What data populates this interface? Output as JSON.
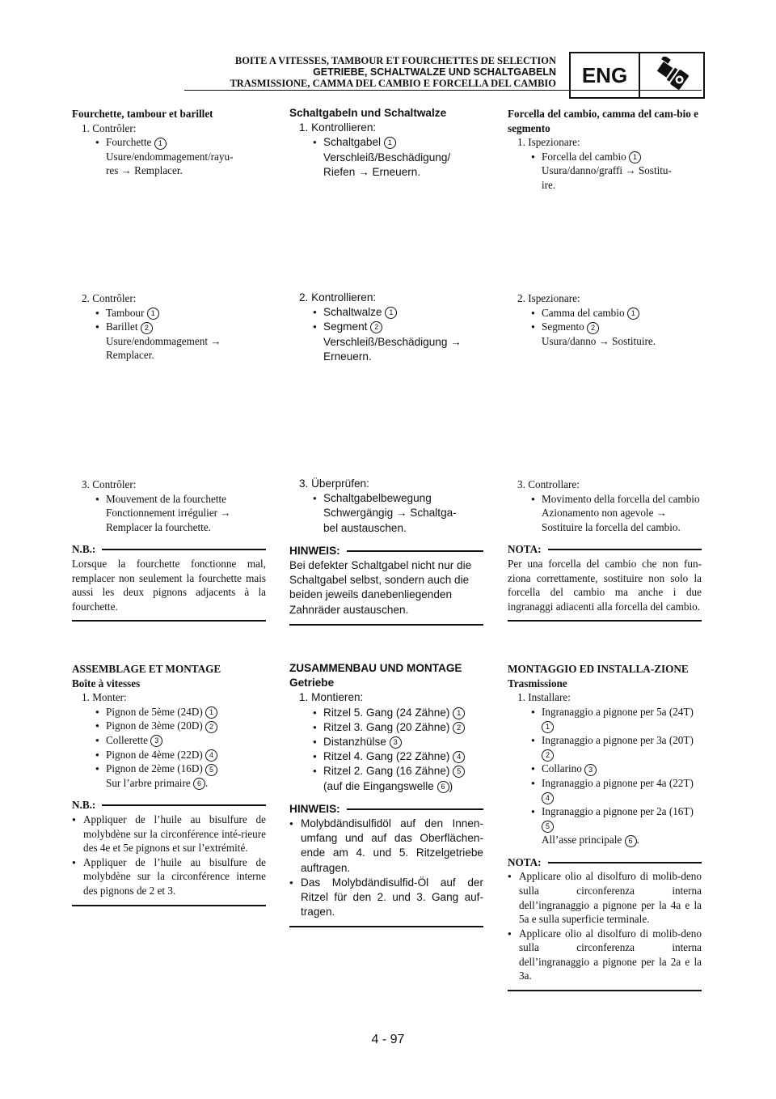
{
  "header": {
    "line1": "BOITE A VITESSES, TAMBOUR ET FOURCHETTES DE SELECTION",
    "line2": "GETRIEBE, SCHALTWALZE UND SCHALTGABELN",
    "line3": "TRASMISSIONE, CAMMA DEL CAMBIO E FORCELLA DEL CAMBIO",
    "badge": "ENG",
    "badge_icon": "engine-crankshaft-icon"
  },
  "fr": {
    "s1": {
      "title": "Fourchette, tambour et barillet",
      "step": "1. Contrôler:",
      "b1": "Fourchette",
      "n1": "1",
      "d1": "Usure/endommagement/rayu-",
      "d2": "res → Remplacer."
    },
    "s2": {
      "step": "2. Contrôler:",
      "b1": "Tambour",
      "n1": "1",
      "b2": "Barillet",
      "n2": "2",
      "d1": "Usure/endommagement →",
      "d2": "Remplacer."
    },
    "s3": {
      "step": "3. Contrôler:",
      "b1": "Mouvement de la fourchette",
      "d1": "Fonctionnement irrégulier →",
      "d2": "Remplacer la fourchette.",
      "note_head": "N.B.:",
      "note": "Lorsque la fourchette fonctionne mal, remplacer non seulement la fourchette mais aussi les deux pignons adjacents à la fourchette."
    },
    "s4": {
      "title1": "ASSEMBLAGE ET MONTAGE",
      "title2": "Boîte à vitesses",
      "step": "1. Monter:",
      "b1": "Pignon de 5ème (24D)",
      "n1": "1",
      "b2": "Pignon de 3ème (20D)",
      "n2": "2",
      "b3": "Collerette",
      "n3": "3",
      "b4": "Pignon de 4ème (22D)",
      "n4": "4",
      "b5": "Pignon de 2ème (16D)",
      "n5": "5",
      "d1": "Sur l’arbre primaire",
      "n6": "6",
      "note_head": "N.B.:",
      "nb1": "Appliquer de l’huile au bisulfure de molybdène sur la circonférence inté-rieure des 4e et 5e pignons et sur l’extrémité.",
      "nb2": "Appliquer de l’huile au bisulfure de molybdène sur la circonférence interne des pignons de 2 et 3."
    }
  },
  "de": {
    "s1": {
      "title": "Schaltgabeln und Schaltwalze",
      "step": "1. Kontrollieren:",
      "b1": "Schaltgabel",
      "n1": "1",
      "d1": "Verschleiß/Beschädigung/",
      "d2": "Riefen → Erneuern."
    },
    "s2": {
      "step": "2. Kontrollieren:",
      "b1": "Schaltwalze",
      "n1": "1",
      "b2": "Segment",
      "n2": "2",
      "d1": "Verschleiß/Beschädigung →",
      "d2": "Erneuern."
    },
    "s3": {
      "step": "3. Überprüfen:",
      "b1": "Schaltgabelbewegung",
      "d1": "Schwergängig → Schaltga-",
      "d2": "bel austauschen.",
      "note_head": "HINWEIS:",
      "note": "Bei defekter Schaltgabel nicht nur die Schaltgabel selbst, sondern auch die beiden jeweils danebenliegenden Zahnräder austauschen."
    },
    "s4": {
      "title1": "ZUSAMMENBAU UND MONTAGE",
      "title2": "Getriebe",
      "step": "1. Montieren:",
      "b1": "Ritzel 5. Gang (24 Zähne)",
      "n1": "1",
      "b2": "Ritzel 3. Gang (20 Zähne)",
      "n2": "2",
      "b3": "Distanzhülse",
      "n3": "3",
      "b4": "Ritzel 4. Gang (22 Zähne)",
      "n4": "4",
      "b5": "Ritzel 2. Gang (16 Zähne)",
      "n5": "5",
      "d1": "(auf die Eingangswelle",
      "n6": "6",
      "note_head": "HINWEIS:",
      "nb1": "Molybdändisulfidöl auf den Innen-umfang und auf das Oberflächen-ende am 4. und 5. Ritzelgetriebe auftragen.",
      "nb2": "Das Molybdändisulfid-Öl auf der Ritzel für den 2. und 3. Gang auf-tragen."
    }
  },
  "it": {
    "s1": {
      "title": "Forcella del cambio, camma del cam-bio e segmento",
      "step": "1. Ispezionare:",
      "b1": "Forcella del cambio",
      "n1": "1",
      "d1": "Usura/danno/graffi → Sostitu-",
      "d2": "ire."
    },
    "s2": {
      "step": "2. Ispezionare:",
      "b1": "Camma del cambio",
      "n1": "1",
      "b2": "Segmento",
      "n2": "2",
      "d1": "Usura/danno → Sostituire."
    },
    "s3": {
      "step": "3. Controllare:",
      "b1": "Movimento della forcella del cambio",
      "d1": "Azionamento non agevole →",
      "d2": "Sostituire la forcella del cambio.",
      "note_head": "NOTA:",
      "note": "Per una forcella del cambio che non fun-ziona correttamente, sostituire non solo la forcella del cambio ma anche i due ingranaggi adiacenti alla forcella del cambio."
    },
    "s4": {
      "title1": "MONTAGGIO ED INSTALLA-ZIONE",
      "title2": "Trasmissione",
      "step": "1. Installare:",
      "b1": "Ingranaggio a pignone per 5a (24T)",
      "n1": "1",
      "b2": "Ingranaggio a pignone per 3a (20T)",
      "n2": "2",
      "b3": "Collarino",
      "n3": "3",
      "b4": "Ingranaggio a pignone per 4a (22T)",
      "n4": "4",
      "b5": "Ingranaggio a pignone per 2a (16T)",
      "n5": "5",
      "d1": "All’asse principale",
      "n6": "6",
      "note_head": "NOTA:",
      "nb1": "Applicare olio al disolfuro di molib-deno sulla circonferenza interna dell’ingranaggio a pignone per la 4a e la 5a e sulla superficie terminale.",
      "nb2": "Applicare olio al disolfuro di molib-deno sulla circonferenza interna dell’ingranaggio a pignone per la 2a e la 3a."
    }
  },
  "page_number": "4 - 97"
}
